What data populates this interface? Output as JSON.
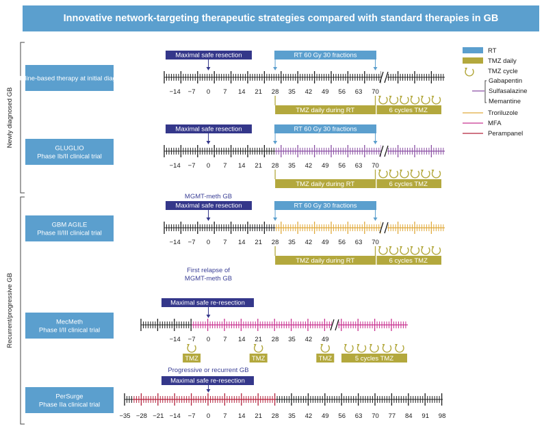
{
  "title": "Innovative network-targeting therapeutic strategies compared with standard therapies in GB",
  "groups": [
    {
      "label": "Newly diagnosed GB"
    },
    {
      "label": "Recurrent/progressive GB"
    }
  ],
  "legend": [
    {
      "label": "RT",
      "kind": "box",
      "color": "#5b9fce"
    },
    {
      "label": "TMZ daily",
      "kind": "box",
      "color": "#b3a83d"
    },
    {
      "label": "TMZ cycle",
      "kind": "cycle",
      "color": "#b3a83d"
    },
    {
      "label": "Gabapentin",
      "kind": "bracket",
      "color": "#8a4ea3"
    },
    {
      "label": "Sulfasalazine",
      "kind": "bracket",
      "color": "#8a4ea3"
    },
    {
      "label": "Memantine",
      "kind": "bracket",
      "color": "#8a4ea3"
    },
    {
      "label": "Troriluzole",
      "kind": "line",
      "color": "#e0a93a"
    },
    {
      "label": "MFA",
      "kind": "line",
      "color": "#c8308f"
    },
    {
      "label": "Perampanel",
      "kind": "line",
      "color": "#b3203a"
    }
  ],
  "rows": [
    {
      "name": "Guideline-based therapy at initial diagnosis",
      "ticks": [
        "−14",
        "−7",
        "0",
        "7",
        "14",
        "21",
        "28",
        "35",
        "42",
        "49",
        "56",
        "63",
        "70"
      ],
      "drug_color": "#1a1a1a",
      "resection": "Maximal safe resection",
      "rt": "RT 60 Gy 30 fractions",
      "tmz_daily": "TMZ daily during RT",
      "tmz_cycles": "6 cycles TMZ"
    },
    {
      "name": "GLUGLIO\nPhase Ib/II clinical trial",
      "ticks": [
        "−14",
        "−7",
        "0",
        "7",
        "14",
        "21",
        "28",
        "35",
        "42",
        "49",
        "56",
        "63",
        "70"
      ],
      "drug_color": "#8a4ea3",
      "resection": "Maximal safe resection",
      "rt": "RT 60 Gy 30 fractions",
      "tmz_daily": "TMZ daily during RT",
      "tmz_cycles": "6 cycles TMZ"
    },
    {
      "name": "GBM AGILE\nPhase II/III clinical trial",
      "ticks": [
        "−14",
        "−7",
        "0",
        "7",
        "14",
        "21",
        "28",
        "35",
        "42",
        "49",
        "56",
        "63",
        "70"
      ],
      "drug_color": "#e0a93a",
      "note": "MGMT-meth GB",
      "resection": "Maximal safe resection",
      "rt": "RT 60 Gy 30 fractions",
      "tmz_daily": "TMZ daily during RT",
      "tmz_cycles": "6 cycles TMZ"
    },
    {
      "name": "MecMeth\nPhase I/II clinical trial",
      "ticks": [
        "−14",
        "−7",
        "0",
        "7",
        "14",
        "21",
        "28",
        "35",
        "42",
        "49"
      ],
      "drug_color": "#c8308f",
      "note": "First relapse of\nMGMT-meth GB",
      "resection": "Maximal safe re-resection",
      "tmz_boxes": [
        "TMZ",
        "TMZ",
        "TMZ",
        "5 cycles TMZ"
      ]
    },
    {
      "name": "PerSurge\nPhase IIa clinical trial",
      "ticks": [
        "−35",
        "−28",
        "−21",
        "−14",
        "−7",
        "0",
        "7",
        "14",
        "21",
        "28",
        "35",
        "42",
        "49",
        "56",
        "63",
        "70",
        "77",
        "84",
        "91",
        "98"
      ],
      "drug_color": "#b3203a",
      "note": "Progressive or recurrent GB",
      "resection": "Maximal safe re-resection"
    }
  ]
}
